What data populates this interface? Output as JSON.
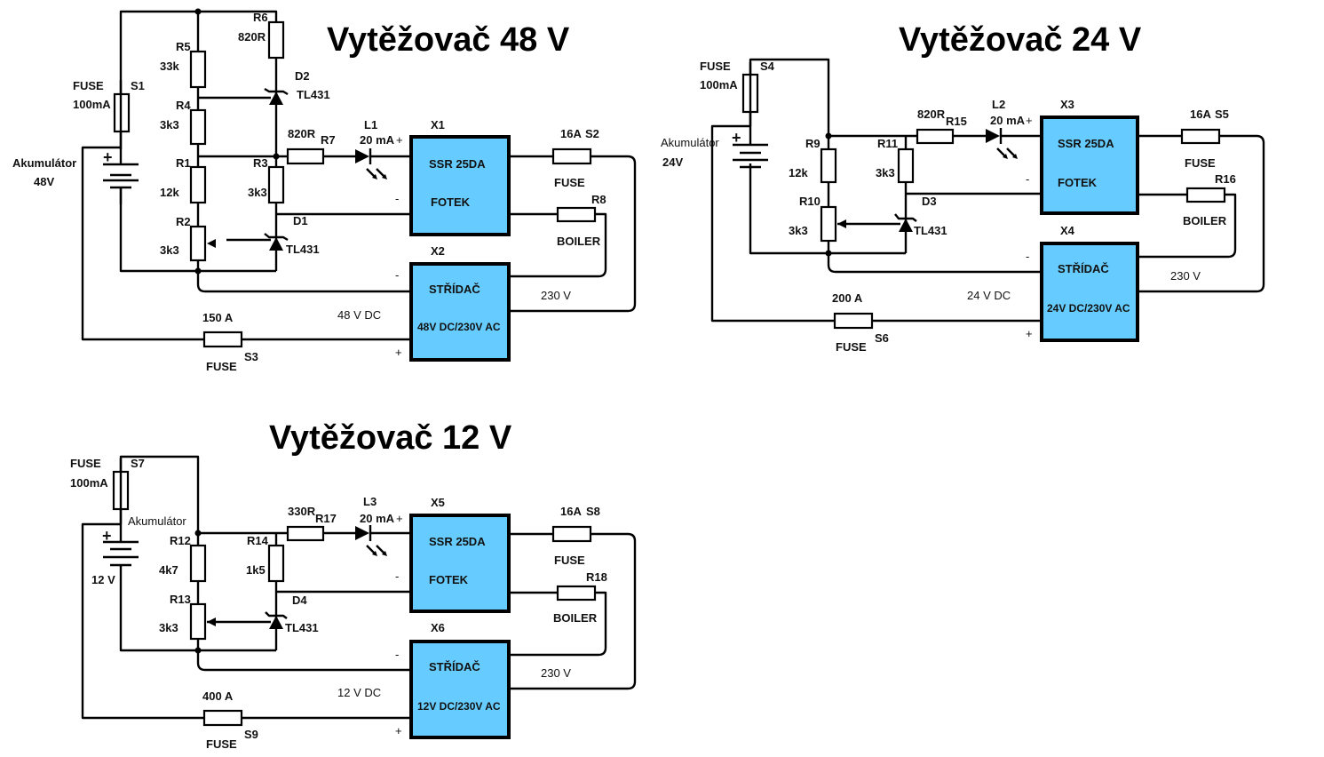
{
  "colors": {
    "block_fill": "#66ccff",
    "wire": "#000000"
  },
  "circuits": [
    {
      "id": "48v",
      "title": "Vytěžovač 48 V",
      "battery": {
        "name": "Akumulátor",
        "voltage": "48V"
      },
      "fuse_small": {
        "label": "FUSE",
        "rating": "100mA",
        "ref": "S1"
      },
      "r_top": {
        "ref": "R5",
        "value": "33k"
      },
      "r_mid": {
        "ref": "R4",
        "value": "3k3"
      },
      "r_low": {
        "ref": "R1",
        "value": "12k"
      },
      "r_pot": {
        "ref": "R2",
        "value": "3k3"
      },
      "r_led_supply": {
        "ref": "R6",
        "value": "820R"
      },
      "r_bias": {
        "ref": "R3",
        "value": "3k3"
      },
      "r_led": {
        "ref": "R7",
        "value": "820R"
      },
      "zener_top": {
        "ref": "D2",
        "part": "TL431"
      },
      "zener": {
        "ref": "D1",
        "part": "TL431"
      },
      "led": {
        "ref": "L1",
        "current": "20 mA",
        "plus": "+"
      },
      "ssr": {
        "ref": "X1",
        "line1": "SSR 25DA",
        "line2": "FOTEK",
        "minus": "-"
      },
      "inverter": {
        "ref": "X2",
        "line1": "STŘÍDAČ",
        "line2": "48V DC/230V AC",
        "minus": "-",
        "plus": "+"
      },
      "fuse_ac": {
        "rating": "16A",
        "ref": "S2",
        "label": "FUSE"
      },
      "boiler": {
        "ref": "R8",
        "label": "BOILER"
      },
      "fuse_main": {
        "rating": "150 A",
        "ref": "S3",
        "label": "FUSE"
      },
      "dc_label": "48 V DC",
      "ac_label": "230 V"
    },
    {
      "id": "24v",
      "title": "Vytěžovač 24 V",
      "battery": {
        "name": "Akumulátor",
        "voltage": "24V"
      },
      "fuse_small": {
        "label": "FUSE",
        "rating": "100mA",
        "ref": "S4"
      },
      "r_low": {
        "ref": "R9",
        "value": "12k"
      },
      "r_pot": {
        "ref": "R10",
        "value": "3k3"
      },
      "r_bias": {
        "ref": "R11",
        "value": "3k3"
      },
      "r_led": {
        "ref": "R15",
        "value": "820R"
      },
      "zener": {
        "ref": "D3",
        "part": "TL431"
      },
      "led": {
        "ref": "L2",
        "current": "20 mA",
        "plus": "+"
      },
      "ssr": {
        "ref": "X3",
        "line1": "SSR 25DA",
        "line2": "FOTEK",
        "minus": "-"
      },
      "inverter": {
        "ref": "X4",
        "line1": "STŘÍDAČ",
        "line2": "24V DC/230V AC",
        "minus": "-",
        "plus": "+"
      },
      "fuse_ac": {
        "rating": "16A",
        "ref": "S5",
        "label": "FUSE"
      },
      "boiler": {
        "ref": "R16",
        "label": "BOILER"
      },
      "fuse_main": {
        "rating": "200 A",
        "ref": "S6",
        "label": "FUSE"
      },
      "dc_label": "24 V DC",
      "ac_label": "230 V"
    },
    {
      "id": "12v",
      "title": "Vytěžovač 12 V",
      "battery": {
        "name": "Akumulátor",
        "voltage": "12 V"
      },
      "fuse_small": {
        "label": "FUSE",
        "rating": "100mA",
        "ref": "S7"
      },
      "r_low": {
        "ref": "R12",
        "value": "4k7"
      },
      "r_pot": {
        "ref": "R13",
        "value": "3k3"
      },
      "r_bias": {
        "ref": "R14",
        "value": "1k5"
      },
      "r_led": {
        "ref": "R17",
        "value": "330R"
      },
      "zener": {
        "ref": "D4",
        "part": "TL431"
      },
      "led": {
        "ref": "L3",
        "current": "20 mA",
        "plus": "+"
      },
      "ssr": {
        "ref": "X5",
        "line1": "SSR 25DA",
        "line2": "FOTEK",
        "minus": "-"
      },
      "inverter": {
        "ref": "X6",
        "line1": "STŘÍDAČ",
        "line2": "12V DC/230V AC",
        "minus": "-",
        "plus": "+"
      },
      "fuse_ac": {
        "rating": "16A",
        "ref": "S8",
        "label": "FUSE"
      },
      "boiler": {
        "ref": "R18",
        "label": "BOILER"
      },
      "fuse_main": {
        "rating": "400 A",
        "ref": "S9",
        "label": "FUSE"
      },
      "dc_label": "12 V DC",
      "ac_label": "230 V"
    }
  ]
}
